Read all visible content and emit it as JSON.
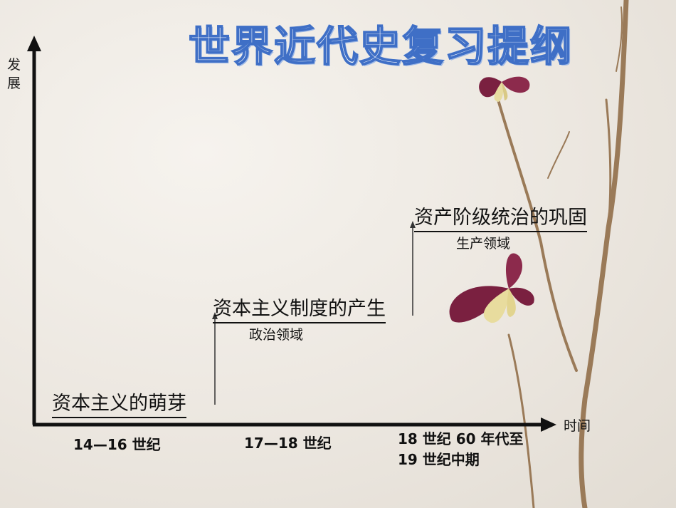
{
  "title": "世界近代史复习提纲",
  "y_axis_label": "发展",
  "x_axis_label": "时间",
  "stages": [
    {
      "label": "资本主义的萌芽",
      "period": "14—16 世纪"
    },
    {
      "label": "资本主义制度的产生",
      "domain": "政治领域",
      "period": "17—18 世纪"
    },
    {
      "label": "资产阶级统治的巩固",
      "domain": "生产领域",
      "period_line1": "18 世纪 60 年代至",
      "period_line2": "19 世纪中期"
    }
  ],
  "colors": {
    "title_outline": "#3f6fc6",
    "axis": "#111111",
    "branch": "#8a6a4a",
    "butterfly_wing": "#7a2040"
  }
}
